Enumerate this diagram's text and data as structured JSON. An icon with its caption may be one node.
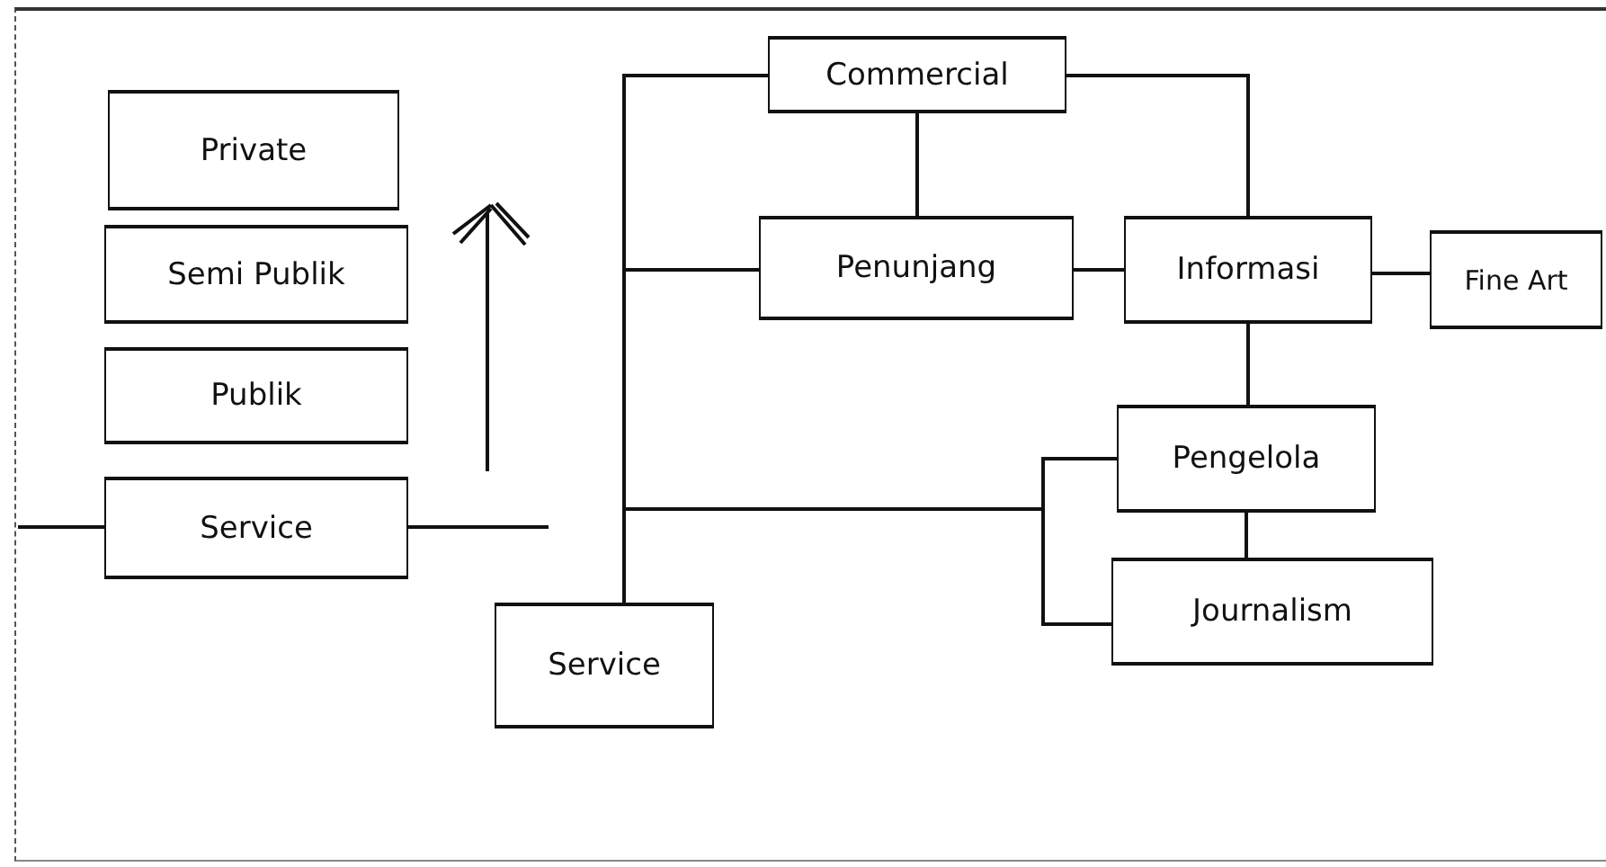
{
  "diagram": {
    "nodes": [
      {
        "text": [
          "Private"
        ]
      },
      {
        "text": [
          "Semi Publik"
        ]
      },
      {
        "text": [
          "Publik"
        ]
      },
      {
        "text": [
          "Service"
        ]
      },
      {
        "text": [
          "Commercial"
        ]
      },
      {
        "text": [
          "Penunjang"
        ]
      },
      {
        "text": [
          "Informasi"
        ]
      },
      {
        "text": [
          "Fine Art"
        ]
      },
      {
        "text": [
          "Pengelola"
        ]
      },
      {
        "text": [
          "Journalism"
        ]
      },
      {
        "text": [
          "Service"
        ]
      }
    ],
    "edges": [
      {
        "from": null,
        "to": 3,
        "arrow": "none"
      },
      {
        "from": 3,
        "to": null,
        "arrow": "none"
      },
      {
        "from": 10,
        "to": 4,
        "arrow": "none"
      },
      {
        "from": 10,
        "to": 5,
        "arrow": "none"
      },
      {
        "from": 10,
        "to": 8,
        "arrow": "none"
      },
      {
        "from": 10,
        "to": 9,
        "arrow": "none"
      },
      {
        "from": 4,
        "to": 5,
        "arrow": "none"
      },
      {
        "from": 4,
        "to": 6,
        "arrow": "none"
      },
      {
        "from": 5,
        "to": 6,
        "arrow": "none"
      },
      {
        "from": 6,
        "to": 7,
        "arrow": "none"
      },
      {
        "from": 6,
        "to": 8,
        "arrow": "none"
      },
      {
        "from": 8,
        "to": 9,
        "arrow": "none"
      }
    ]
  }
}
